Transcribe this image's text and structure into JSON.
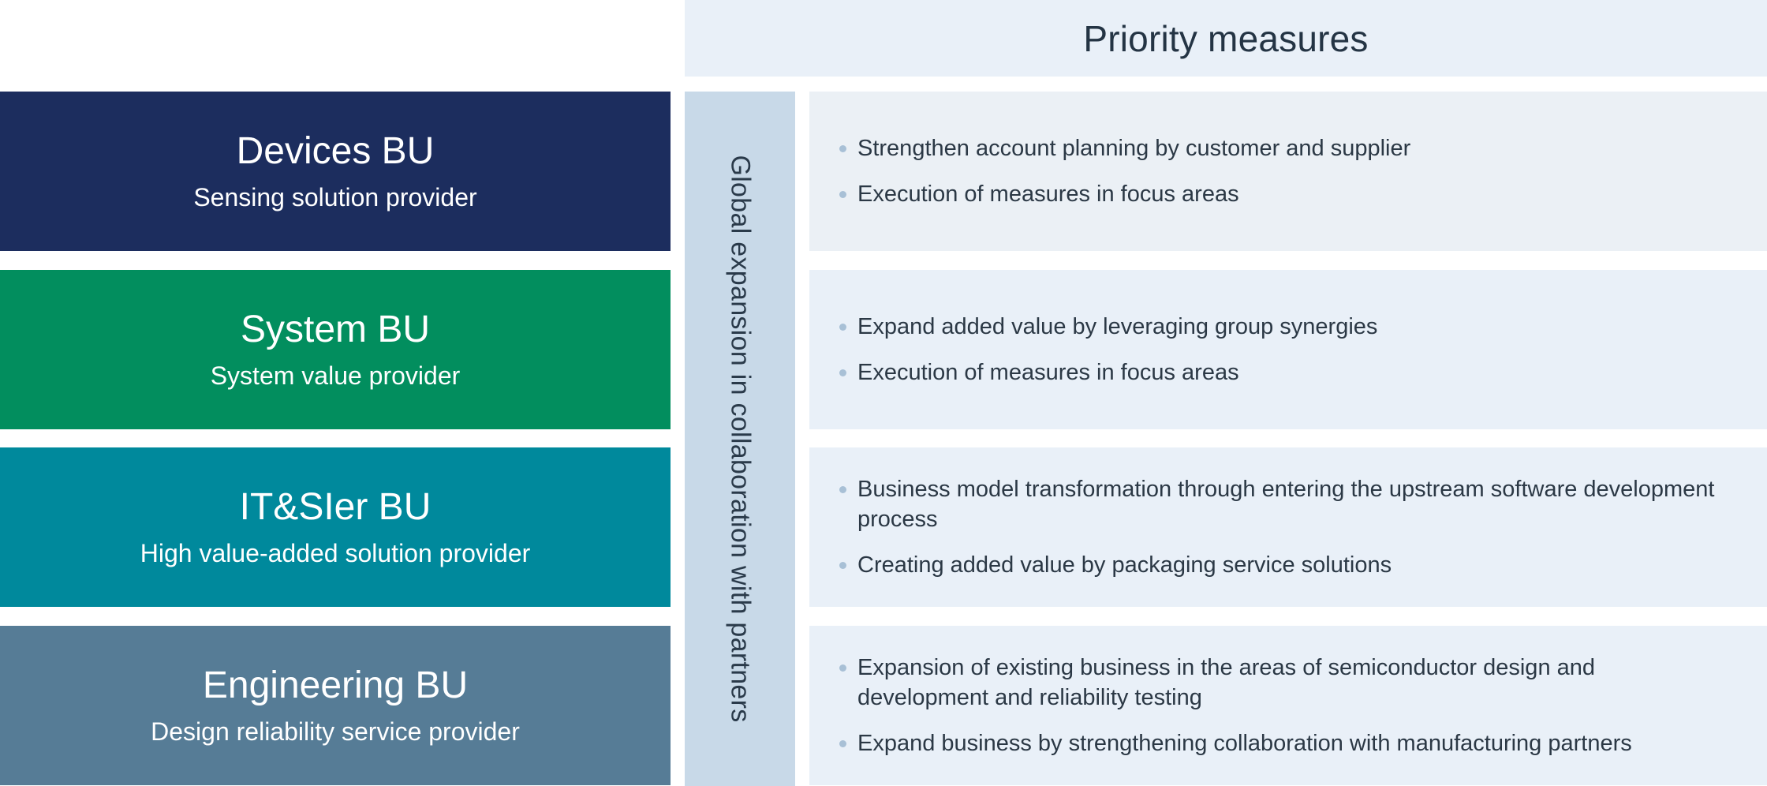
{
  "header": {
    "title": "Priority measures"
  },
  "side_band": {
    "text": "Global expansion in collaboration with partners"
  },
  "colors": {
    "devices": "#1c2d5e",
    "system": "#028e5e",
    "itsier": "#00899c",
    "engineering": "#567c96",
    "header_bg": "#e9f0f8",
    "band_bg": "#c8d9e8"
  },
  "business_units": [
    {
      "name": "Devices BU",
      "role": "Sensing solution provider",
      "measures": [
        "Strengthen account planning by customer and supplier",
        "Execution of measures in focus areas"
      ]
    },
    {
      "name": "System BU",
      "role": "System value provider",
      "measures": [
        "Expand added value by leveraging group synergies",
        "Execution of measures in focus areas"
      ]
    },
    {
      "name": "IT&SIer BU",
      "role": "High value-added solution provider",
      "measures": [
        "Business model transformation through entering the upstream software development process",
        "Creating added value by packaging service solutions"
      ]
    },
    {
      "name": "Engineering BU",
      "role": "Design reliability service provider",
      "measures": [
        "Expansion of existing business in the areas of semiconductor design and development and reliability testing",
        "Expand business by strengthening collaboration with manufacturing partners"
      ]
    }
  ]
}
